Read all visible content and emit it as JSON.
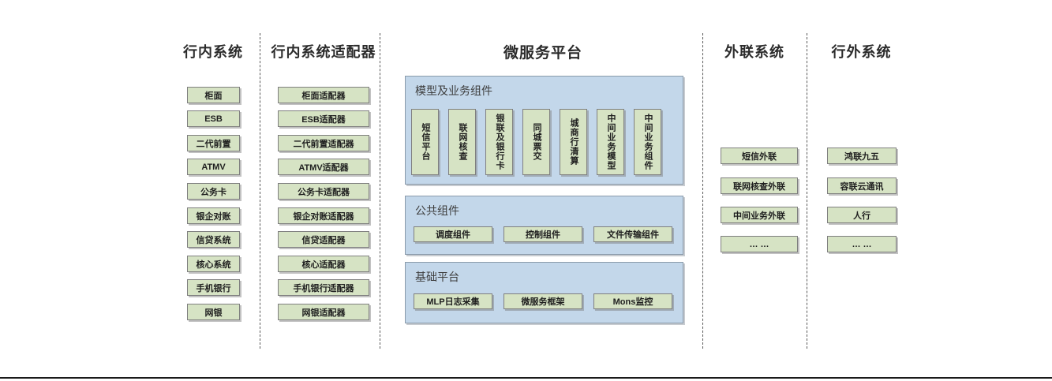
{
  "columns": [
    {
      "id": "internal-systems",
      "title": "行内系统",
      "items": [
        "柜面",
        "ESB",
        "二代前置",
        "ATMV",
        "公务卡",
        "银企对账",
        "信贷系统",
        "核心系统",
        "手机银行",
        "网银"
      ]
    },
    {
      "id": "internal-system-adapters",
      "title": "行内系统适配器",
      "items": [
        "柜面适配器",
        "ESB适配器",
        "二代前置适配器",
        "ATMV适配器",
        "公务卡适配器",
        "银企对账适配器",
        "信贷适配器",
        "核心适配器",
        "手机银行适配器",
        "网银适配器"
      ]
    },
    {
      "id": "microservice-platform",
      "title": "微服务平台"
    },
    {
      "id": "external-link-systems",
      "title": "外联系统",
      "items": [
        "短信外联",
        "联网核查外联",
        "中间业务外联",
        "… …"
      ]
    },
    {
      "id": "outside-bank-systems",
      "title": "行外系统",
      "items": [
        "鸿联九五",
        "容联云通讯",
        "人行",
        "… …"
      ]
    }
  ],
  "platform": {
    "groups": [
      {
        "id": "model-and-business-components",
        "title": "模型及业务组件",
        "orientation": "vertical",
        "items": [
          "短信平台",
          "联网核查",
          "银联及银行卡",
          "同城票交",
          "城商行清算",
          "中间业务模型",
          "中间业务组件"
        ]
      },
      {
        "id": "public-components",
        "title": "公共组件",
        "orientation": "horizontal",
        "items": [
          "调度组件",
          "控制组件",
          "文件传输组件"
        ]
      },
      {
        "id": "base-platform",
        "title": "基础平台",
        "orientation": "horizontal",
        "items": [
          "MLP日志采集",
          "微服务框架",
          "Mons监控"
        ]
      }
    ]
  },
  "colors": {
    "green_fill": "#d6e3c4",
    "green_border": "#7f7f7f",
    "blue_fill": "#c3d7ea",
    "blue_border": "#8a9bab",
    "text": "#1f1f1f",
    "separator": "#5a5a5a",
    "background": "#ffffff"
  }
}
